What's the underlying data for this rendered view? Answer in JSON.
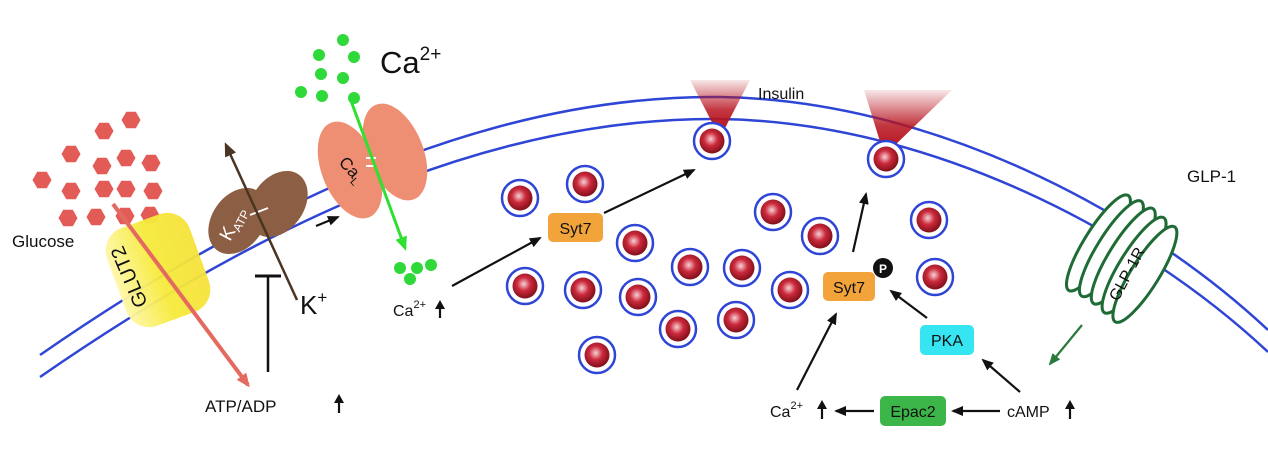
{
  "labels": {
    "glucose": "Glucose",
    "glut2": "GLUT2",
    "katp_main": "K",
    "katp_sub": "ATP",
    "k_plus_base": "K",
    "k_plus_sup": "+",
    "cal_main": "Ca",
    "cal_sub": "L",
    "ca_top_base": "Ca",
    "ca_top_sup": "2+",
    "ca_mid_base": "Ca",
    "ca_mid_sup": "2+",
    "insulin": "Insulin",
    "syt7_left": "Syt7",
    "syt7_right": "Syt7",
    "phospho": "P",
    "pka": "PKA",
    "epac2": "Epac2",
    "camp": "cAMP",
    "ca_bottom_base": "Ca",
    "ca_bottom_sup": "2+",
    "atp_adp": "ATP/ADP",
    "glp1": "GLP-1",
    "glp1r": "GLP-1R"
  },
  "colors": {
    "membrane": "#2f45d6",
    "glucose": "#e35b57",
    "glut2": "#f6ea3a",
    "katp": "#8c5e44",
    "cal": "#ee8e72",
    "calcium": "#2fd93a",
    "calcium_arrow": "#2fe030",
    "insulin": "#b8141f",
    "syt7": "#f2a43a",
    "pka": "#35e5f2",
    "epac2": "#3cb648",
    "glp1r": "#1e6b35"
  }
}
